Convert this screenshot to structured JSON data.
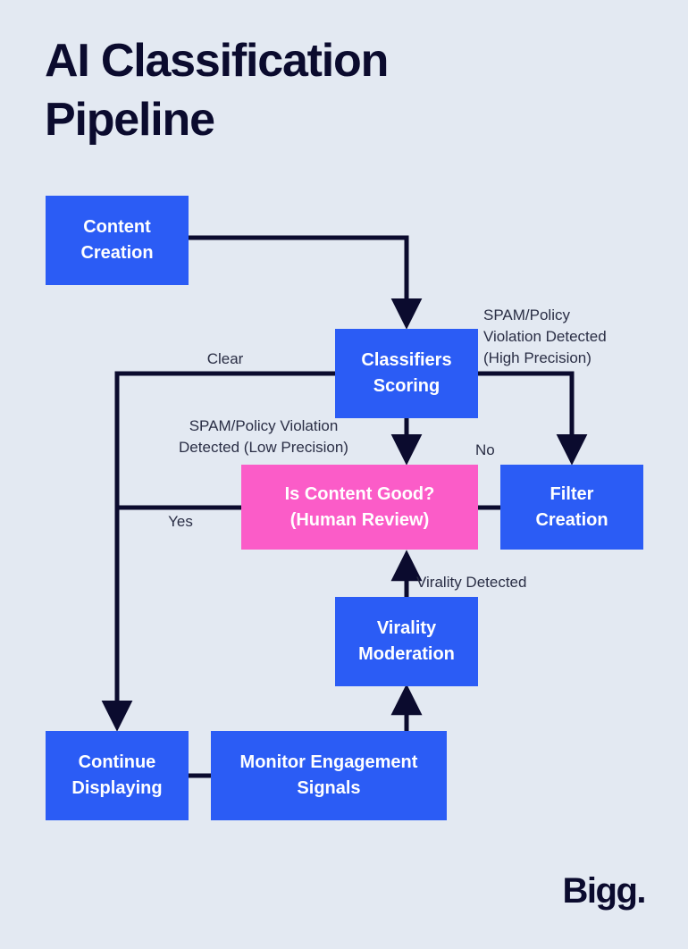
{
  "page": {
    "title": "AI Classification\nPipeline",
    "background_color": "#e3e9f2",
    "title_color": "#0b0b2e",
    "brand": "Bigg."
  },
  "palette": {
    "process": "#2b5cf5",
    "decision": "#fb5cc8",
    "connector": "#0b0b2e",
    "label_text": "#2a2e45",
    "node_text": "#ffffff"
  },
  "diagram": {
    "type": "flowchart",
    "nodes": [
      {
        "id": "content-creation",
        "label": "Content\nCreation",
        "shape": "process"
      },
      {
        "id": "classifiers-scoring",
        "label": "Classifiers\nScoring",
        "shape": "process"
      },
      {
        "id": "is-content-good",
        "label": "Is Content Good?\n(Human Review)",
        "shape": "decision"
      },
      {
        "id": "filter-creation",
        "label": "Filter\nCreation",
        "shape": "process"
      },
      {
        "id": "virality-moderation",
        "label": "Virality\nModeration",
        "shape": "process"
      },
      {
        "id": "continue-displaying",
        "label": "Continue\nDisplaying",
        "shape": "process"
      },
      {
        "id": "monitor-engagement",
        "label": "Monitor Engagement\nSignals",
        "shape": "process"
      }
    ],
    "edges": [
      {
        "from": "content-creation",
        "to": "classifiers-scoring",
        "label": ""
      },
      {
        "from": "classifiers-scoring",
        "to": "filter-creation",
        "label": "SPAM/Policy\nViolation Detected\n(High Precision)"
      },
      {
        "from": "classifiers-scoring",
        "to": "continue-displaying",
        "label": "Clear"
      },
      {
        "from": "classifiers-scoring",
        "to": "is-content-good",
        "label": "SPAM/Policy Violation\nDetected (Low Precision)"
      },
      {
        "from": "is-content-good",
        "to": "continue-displaying",
        "label": "Yes"
      },
      {
        "from": "is-content-good",
        "to": "filter-creation",
        "label": "No"
      },
      {
        "from": "virality-moderation",
        "to": "is-content-good",
        "label": "Virality Detected"
      },
      {
        "from": "monitor-engagement",
        "to": "virality-moderation",
        "label": ""
      },
      {
        "from": "continue-displaying",
        "to": "monitor-engagement",
        "label": ""
      }
    ]
  }
}
